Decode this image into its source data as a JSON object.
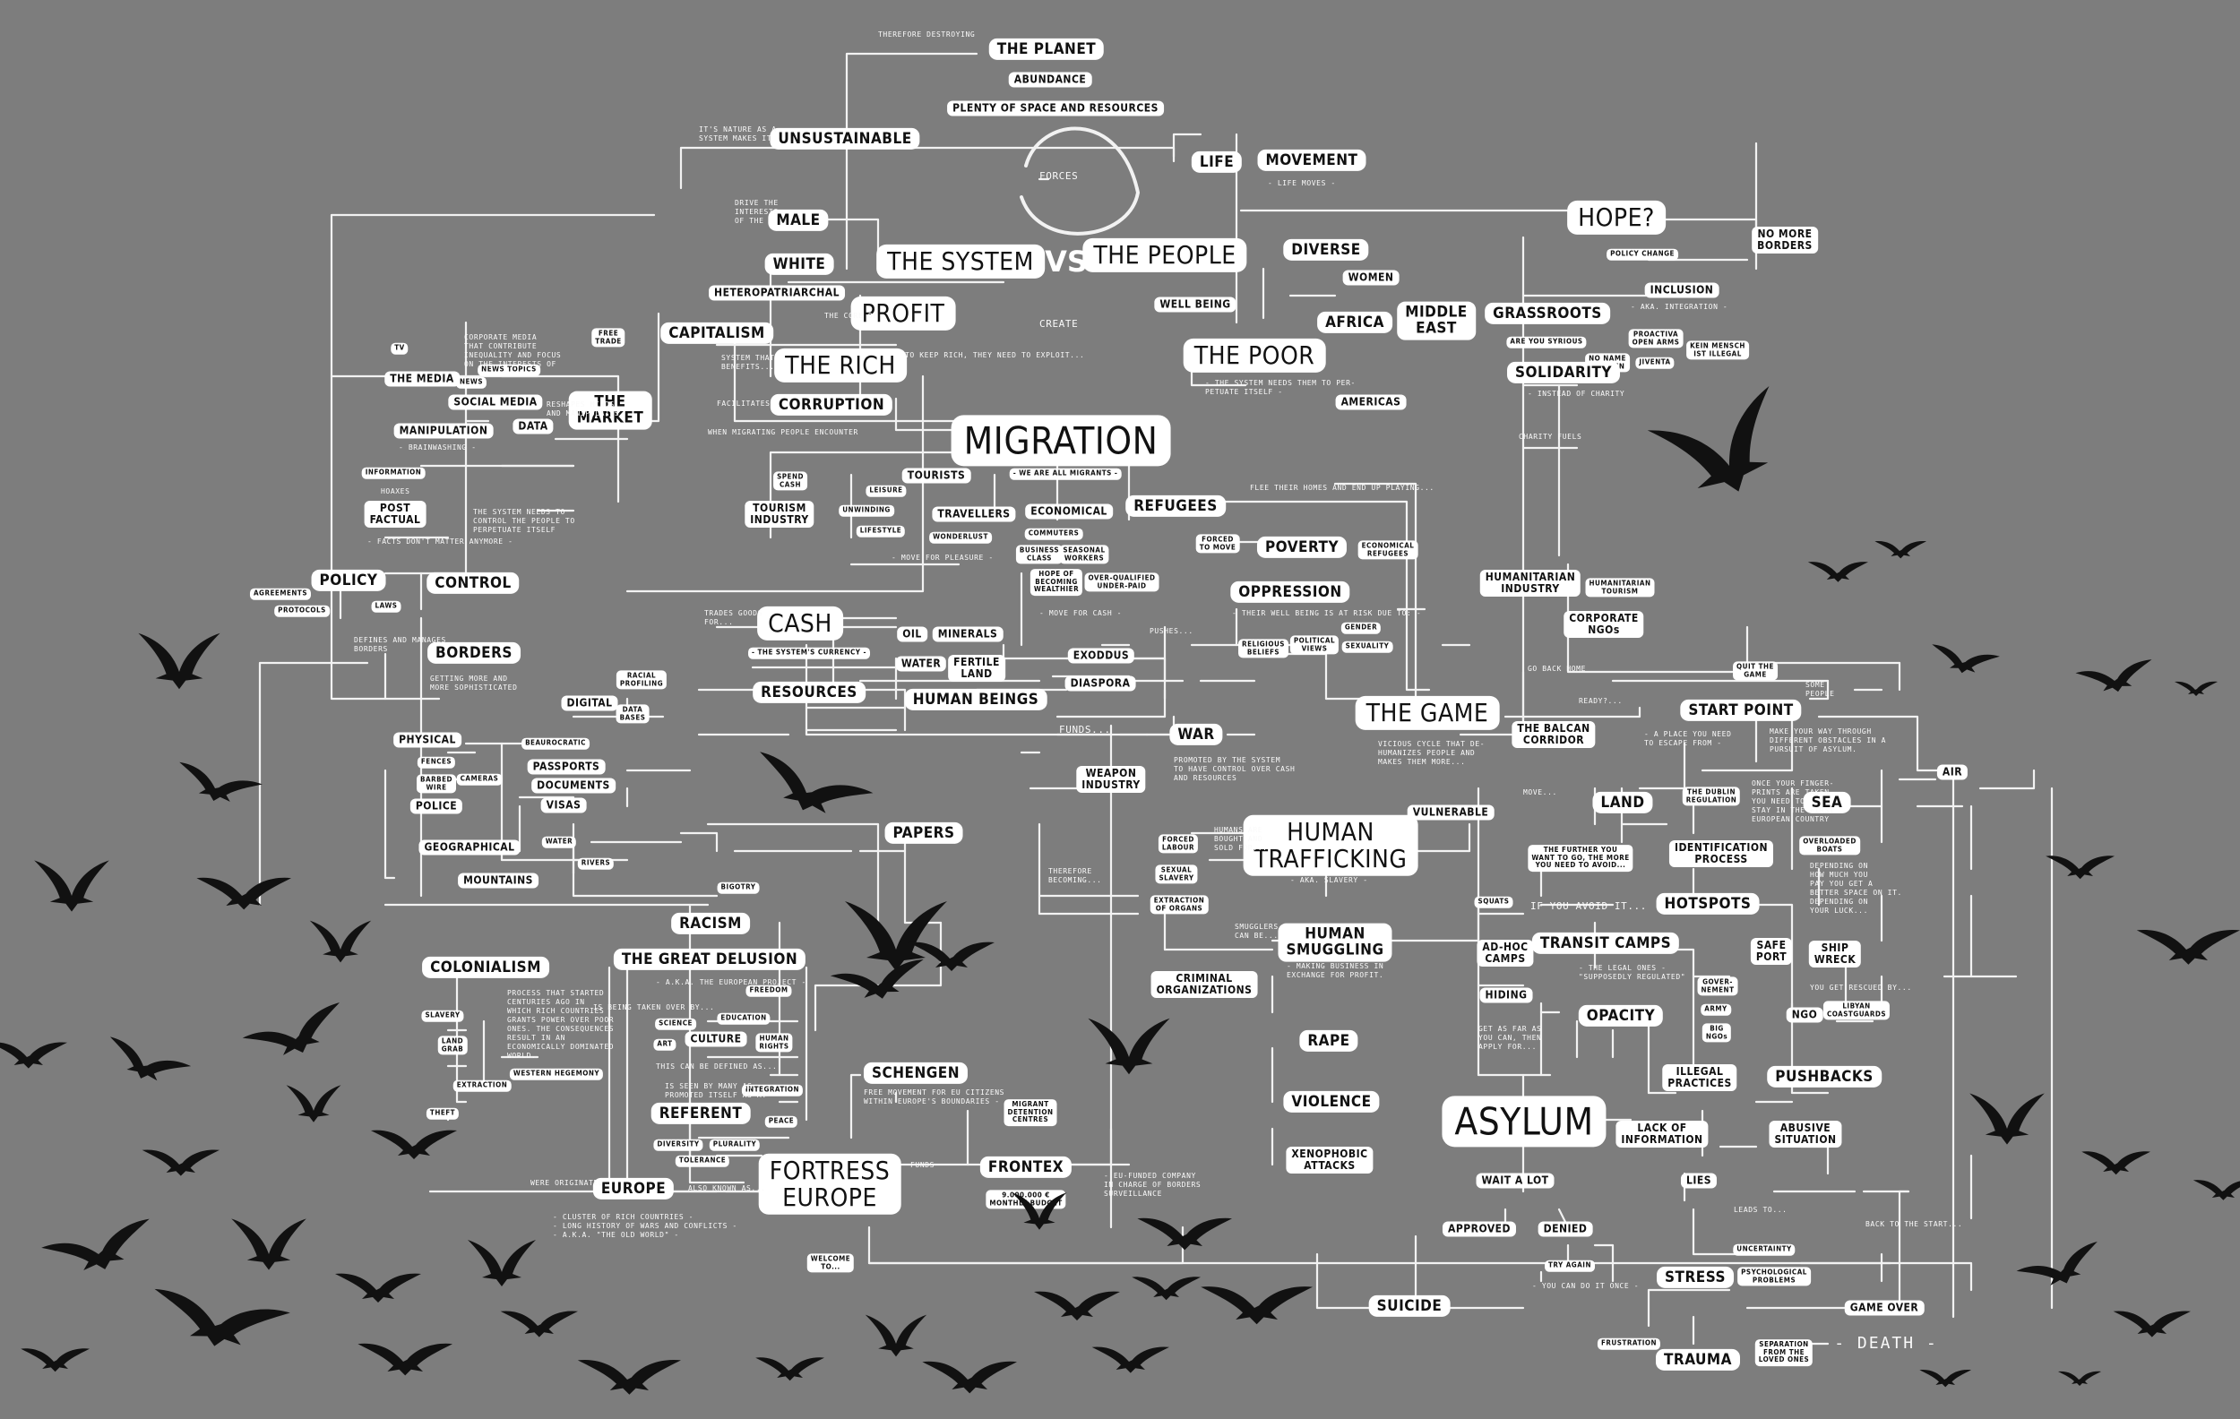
{
  "nodes": {
    "the_planet": "THE PLANET",
    "abundance": "ABUNDANCE",
    "plenty": "PLENTY OF SPACE AND RESOURCES",
    "unsustainable": "UNSUSTAINABLE",
    "life": "LIFE",
    "movement": "MOVEMENT",
    "hope": "HOPE?",
    "no_more_borders": "NO MORE\nBORDERS",
    "policy_change": "POLICY CHANGE",
    "inclusion": "INCLUSION",
    "grassroots": "GRASSROOTS",
    "are_you_syrious": "ARE YOU SYRIOUS",
    "proactiva": "PROACTIVA\nOPEN ARMS",
    "no_name_kitchen": "NO NAME\nKITCHEN",
    "jiventa": "JIVENTA",
    "kein_mensch": "KEIN MENSCH\nIST ILLEGAL",
    "solidarity": "SOLIDARITY",
    "male": "MALE",
    "white": "WHITE",
    "the_system": "THE SYSTEM",
    "vs": "VS",
    "the_people": "THE PEOPLE",
    "heteropatriarchal": "HETEROPATRIARCHAL",
    "profit": "PROFIT",
    "well_being": "WELL BEING",
    "diverse": "DIVERSE",
    "women": "WOMEN",
    "africa": "AFRICA",
    "middle_east": "MIDDLE\nEAST",
    "the_poor": "THE POOR",
    "americas": "AMERICAS",
    "capitalism": "CAPITALISM",
    "the_rich": "THE RICH",
    "corruption": "CORRUPTION",
    "free_trade": "FREE\nTRADE",
    "the_market": "THE\nMARKET",
    "tv": "TV",
    "the_media": "THE MEDIA",
    "news": "NEWS",
    "news_topics": "NEWS TOPICS",
    "social_media": "SOCIAL MEDIA",
    "data": "DATA",
    "manipulation": "MANIPULATION",
    "information": "INFORMATION",
    "post_factual": "POST\nFACTUAL",
    "policy": "POLICY",
    "agreements": "AGREEMENTS",
    "protocols": "PROTOCOLS",
    "laws": "LAWS",
    "control": "CONTROL",
    "borders": "BORDERS",
    "migration": "MIGRATION",
    "we_are_all_migrants": "- WE ARE ALL MIGRANTS -",
    "spend_cash": "SPEND\nCASH",
    "tourism_industry": "TOURISM\nINDUSTRY",
    "tourists": "TOURISTS",
    "leisure": "LEISURE",
    "unwinding": "UNWINDING",
    "lifestyle": "LIFESTYLE",
    "travellers": "TRAVELLERS",
    "wonderlust": "WONDERLUST",
    "economical": "ECONOMICAL",
    "commuters": "COMMUTERS",
    "business_class": "BUSINESS\nCLASS",
    "seasonal_workers": "SEASONAL\nWORKERS",
    "hope_of_becoming_wealthier": "HOPE OF\nBECOMING\nWEALTHIER",
    "over_qualified": "OVER-QUALIFIED\nUNDER-PAID",
    "refugees": "REFUGEES",
    "forced_to_move": "FORCED\nTO MOVE",
    "poverty": "POVERTY",
    "economical_refugees": "ECONOMICAL\nREFUGEES",
    "oppression": "OPPRESSION",
    "religious_beliefs": "RELIGIOUS\nBELIEFS",
    "political_views": "POLITICAL\nVIEWS",
    "gender": "GENDER",
    "sexuality": "SEXUALITY",
    "humanitarian_industry": "HUMANITARIAN\nINDUSTRY",
    "humanitarian_tourism": "HUMANITARIAN\nTOURISM",
    "corporate_ngos": "CORPORATE\nNGOs",
    "cash": "CASH",
    "the_systems_currency": "- THE SYSTEM'S CURRENCY -",
    "oil": "OIL",
    "minerals": "MINERALS",
    "water_res": "WATER",
    "fertile_land": "FERTILE\nLAND",
    "resources": "RESOURCES",
    "human_beings": "HUMAN BEINGS",
    "exoddus": "EXODDUS",
    "diaspora": "DIASPORA",
    "war": "WAR",
    "weapon_industry": "WEAPON\nINDUSTRY",
    "the_game": "THE GAME",
    "start_point": "START POINT",
    "quit_the_game": "QUIT THE\nGAME",
    "the_balcan_corridor": "THE BALCAN\nCORRIDOR",
    "air": "AIR",
    "land": "LAND",
    "the_dublin_regulation": "THE DUBLIN\nREGULATION",
    "sea": "SEA",
    "overloaded_boats": "OVERLOADED\nBOATS",
    "vulnerable": "VULNERABLE",
    "the_further": "THE FURTHER YOU\nWANT TO GO, THE MORE\nYOU NEED TO AVOID...",
    "identification_process": "IDENTIFICATION\nPROCESS",
    "hotspots": "HOTSPOTS",
    "safe_port": "SAFE\nPORT",
    "ship_wreck": "SHIP\nWRECK",
    "ngo": "NGO",
    "libyan_coastguards": "LIBYAN\nCOASTGUARDS",
    "squats": "SQUATS",
    "ad_hoc_camps": "AD-HOC\nCAMPS",
    "hiding": "HIDING",
    "transit_camps": "TRANSIT CAMPS",
    "government": "GOVER-\nNEMENT",
    "army": "ARMY",
    "big_ngos": "BIG\nNGOs",
    "opacity": "OPACITY",
    "illegal_practices": "ILLEGAL\nPRACTICES",
    "pushbacks": "PUSHBACKS",
    "lack_of_information": "LACK OF\nINFORMATION",
    "abusive_situation": "ABUSIVE\nSITUATION",
    "lies": "LIES",
    "asylum": "ASYLUM",
    "wait_a_lot": "WAIT A LOT",
    "approved": "APPROVED",
    "denied": "DENIED",
    "try_again": "TRY AGAIN",
    "stress": "STRESS",
    "uncertainty": "UNCERTAINTY",
    "psychological_problems": "PSYCHOLOGICAL\nPROBLEMS",
    "suicide": "SUICIDE",
    "game_over": "GAME OVER",
    "frustration": "FRUSTRATION",
    "trauma": "TRAUMA",
    "separation": "SEPARATION\nFROM THE\nLOVED ONES",
    "human_trafficking": "HUMAN\nTRAFFICKING",
    "forced_labour": "FORCED\nLABOUR",
    "sexual_slavery": "SEXUAL\nSLAVERY",
    "extraction_of_organs": "EXTRACTION\nOF ORGANS",
    "human_smuggling": "HUMAN\nSMUGGLING",
    "criminal_organizations": "CRIMINAL\nORGANIZATIONS",
    "rape": "RAPE",
    "violence": "VIOLENCE",
    "xenophobic_attacks": "XENOPHOBIC\nATTACKS",
    "racial_profiling": "RACIAL\nPROFILING",
    "digital": "DIGITAL",
    "data_bases": "DATA\nBASES",
    "physical": "PHYSICAL",
    "fences": "FENCES",
    "barbed_wire": "BARBED\nWIRE",
    "police": "POLICE",
    "cameras": "CAMERAS",
    "beaurocratic": "BEAUROCRATIC",
    "passports": "PASSPORTS",
    "documents": "DOCUMENTS",
    "visas": "VISAS",
    "geographical": "GEOGRAPHICAL",
    "water_geo": "WATER",
    "rivers": "RIVERS",
    "mountains": "MOUNTAINS",
    "papers": "PAPERS",
    "bigotry": "BIGOTRY",
    "racism": "RACISM",
    "the_great_delusion": "THE GREAT DELUSION",
    "freedom": "FREEDOM",
    "science": "SCIENCE",
    "education": "EDUCATION",
    "art": "ART",
    "culture": "CULTURE",
    "human_rights": "HUMAN\nRIGHTS",
    "integration": "INTEGRATION",
    "referent": "REFERENT",
    "peace": "PEACE",
    "diversity": "DIVERSITY",
    "plurality": "PLURALITY",
    "tolerance": "TOLERANCE",
    "colonialism": "COLONIALISM",
    "slavery": "SLAVERY",
    "land_grab": "LAND\nGRAB",
    "extraction": "EXTRACTION",
    "theft": "THEFT",
    "western_hegemony": "WESTERN HEGEMONY",
    "europe": "EUROPE",
    "fortress_europe": "FORTRESS\nEUROPE",
    "welcome_to": "WELCOME\nTO...",
    "schengen": "SCHENGEN",
    "frontex": "FRONTEX",
    "frontex_budget": "9.000.000 €\nMONTHLY BUDGET",
    "migrant_detention_centres": "MIGRANT\nDETENTION\nCENTRES"
  },
  "notes": {
    "therefore_destroying": "THEREFORE DESTROYING",
    "its_nature": "IT'S NATURE AS A\nSYSTEM MAKES IT",
    "forces": "FORCES",
    "create": "CREATE",
    "life_moves": "- LIFE MOVES -",
    "aka_integration": "- AKA. INTEGRATION -",
    "instead_of_charity": "- INSTEAD OF CHARITY",
    "charity_fuels": "CHARITY FUELS",
    "drive_interests": "DRIVE THE\nINTERESTS\nOF THE",
    "the_core_of": "THE CORE OF",
    "to_keep_rich": "TO KEEP RICH, THEY NEED TO EXPLOIT...",
    "system_that_benefits": "SYSTEM THAT\nBENEFITS...",
    "facilitates": "FACILITATES",
    "system_needs_poor": "- THE SYSTEM NEEDS THEM TO PER-\nPETUATE ITSELF -",
    "corporate_media": "CORPORATE MEDIA\nTHAT CONTRIBUTE\nINEQUALITY AND FOCUS\nON THE INTERESTS OF",
    "brainwashing": "- BRAINWASHING -",
    "reshape_minds": "RESHAPES MINDS\nAND MANIPULATES",
    "hoaxes": "HOAXES",
    "facts_dont_matter": "- FACTS DON'T MATTER ANYMORE -",
    "system_needs_control": "THE SYSTEM NEEDS TO\nCONTROL THE PEOPLE TO\nPERPETUATE ITSELF",
    "defines_borders": "DEFINES AND MANAGES\nBORDERS",
    "when_migrating": "WHEN MIGRATING PEOPLE ENCOUNTER",
    "getting_more": "GETTING MORE AND\nMORE SOPHISTICATED",
    "move_for_pleasure": "- MOVE FOR PLEASURE -",
    "move_for_cash": "- MOVE FOR CASH -",
    "flee_their_homes": "FLEE THEIR HOMES AND END UP PLAYING...",
    "their_well_being": "- THEIR WELL BEING IS AT RISK DUE TO: -",
    "trades_goods": "TRADES GOODS\nFOR...",
    "pushes": "PUSHES...",
    "funds": "FUNDS...",
    "promoted_by": "PROMOTED BY THE SYSTEM\nTO HAVE CONTROL OVER CASH\nAND RESOURCES",
    "vicious_cycle": "VICIOUS CYCLE THAT DE-\nHUMANIZES PEOPLE AND\nMAKES THEM MORE...",
    "go_back_home": "GO BACK HOME",
    "ready": "READY?...",
    "some_people": "SOME\nPEOPLE",
    "a_place": "- A PLACE YOU NEED\nTO ESCAPE FROM -",
    "make_your_way": "MAKE YOUR WAY THROUGH\nDIFFERENT OBSTACLES IN A\nPURSUIT OF ASYLUM.",
    "move": "MOVE...",
    "dublin_note": "ONCE YOUR FINGER-\nPRINTS ARE TAKEN\nYOU NEED TO\nSTAY IN THE FIRST\nEUROPEAN COUNTRY",
    "depending_on": "DEPENDING ON\nHOW MUCH YOU\nPAY YOU GET A\nBETTER SPACE ON IT.\nDEPENDING ON\nYOUR LUCK...",
    "if_you_avoid": "IF YOU AVOID IT...",
    "legal_ones": "- THE LEGAL ONES -\n\"SUPPOSEDLY REGULATED\"",
    "you_get_rescued": "YOU GET RESCUED BY...",
    "get_as_far": "GET AS FAR AS\nYOU CAN, THEN\nAPPLY FOR...",
    "you_can_do_it": "- YOU CAN DO IT ONCE -",
    "leads_to": "LEADS TO...",
    "back_to_start": "BACK TO THE START...",
    "death": "- DEATH -",
    "aka_slavery": "- AKA. SLAVERY -",
    "humans_bought": "HUMANS ARE\nBOUGHT AND\nSOLD FOR...",
    "therefore_becoming": "THEREFORE\nBECOMING...",
    "smugglers_can_be": "SMUGGLERS\nCAN BE...",
    "making_business": "- MAKING BUSINESS IN\nEXCHANGE FOR PROFIT.",
    "aka_european_project": "- A.K.A. THE EUROPEAN PROJECT -",
    "can_be_defined": "THIS CAN BE DEFINED AS...",
    "is_seen_by": "IS SEEN BY MANY AS\nPROMOTED ITSELF AS A:",
    "is_being_taken_over": "IS BEING TAKEN OVER BY...",
    "process_colonialism": "PROCESS THAT STARTED\nCENTURIES AGO IN\nWHICH RICH COUNTRIES\nGRANTS POWER OVER POOR\nONES. THE CONSEQUENCES\nRESULT IN AN\nECONOMICALLY DOMINATED\nWORLD.",
    "were_originated": "WERE ORIGINATED...",
    "also_known_as": "ALSO KNOWN AS...",
    "cluster_of_rich": "- CLUSTER OF RICH COUNTRIES -\n- LONG HISTORY OF WARS AND CONFLICTS -\n- A.K.A. \"THE OLD WORLD\" -",
    "funds_2": "FUNDS",
    "eu_funded": "- EU-FUNDED COMPANY\nIN CHARGE OF BORDERS\nSURVEILLANCE",
    "free_movement": "FREE MOVEMENT FOR EU CITIZENS\nWITHIN EUROPE'S BOUNDARIES -"
  }
}
